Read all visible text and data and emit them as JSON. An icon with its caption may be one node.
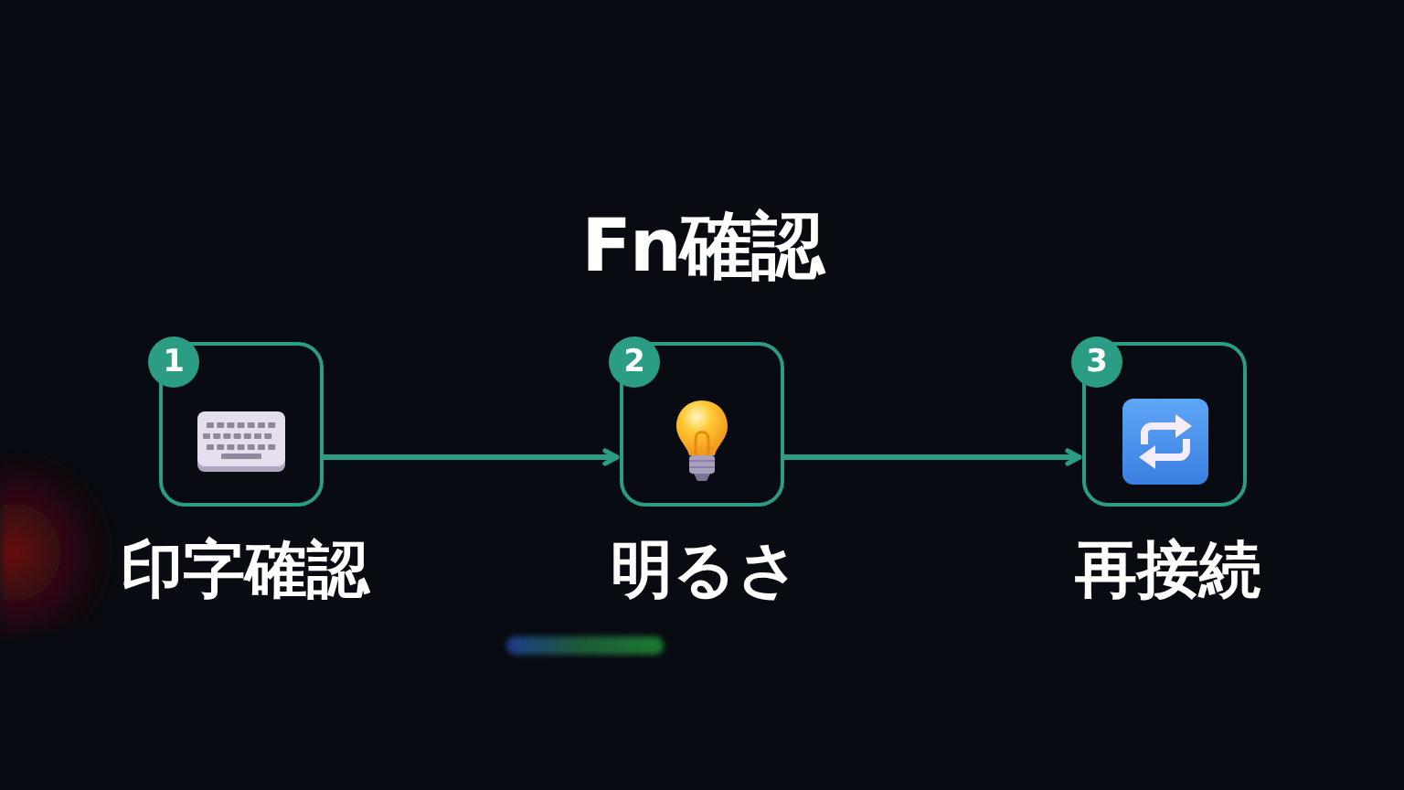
{
  "diagram": {
    "title": "Fn確認",
    "nodes": [
      {
        "text": [
          "1",
          "印字確認"
        ]
      },
      {
        "text": [
          "2",
          "明るさ"
        ]
      },
      {
        "text": [
          "3",
          "再接続"
        ]
      }
    ],
    "edges": [
      {
        "from": 0,
        "to": 1,
        "arrow": "to"
      },
      {
        "from": 1,
        "to": 2,
        "arrow": "to"
      }
    ]
  }
}
